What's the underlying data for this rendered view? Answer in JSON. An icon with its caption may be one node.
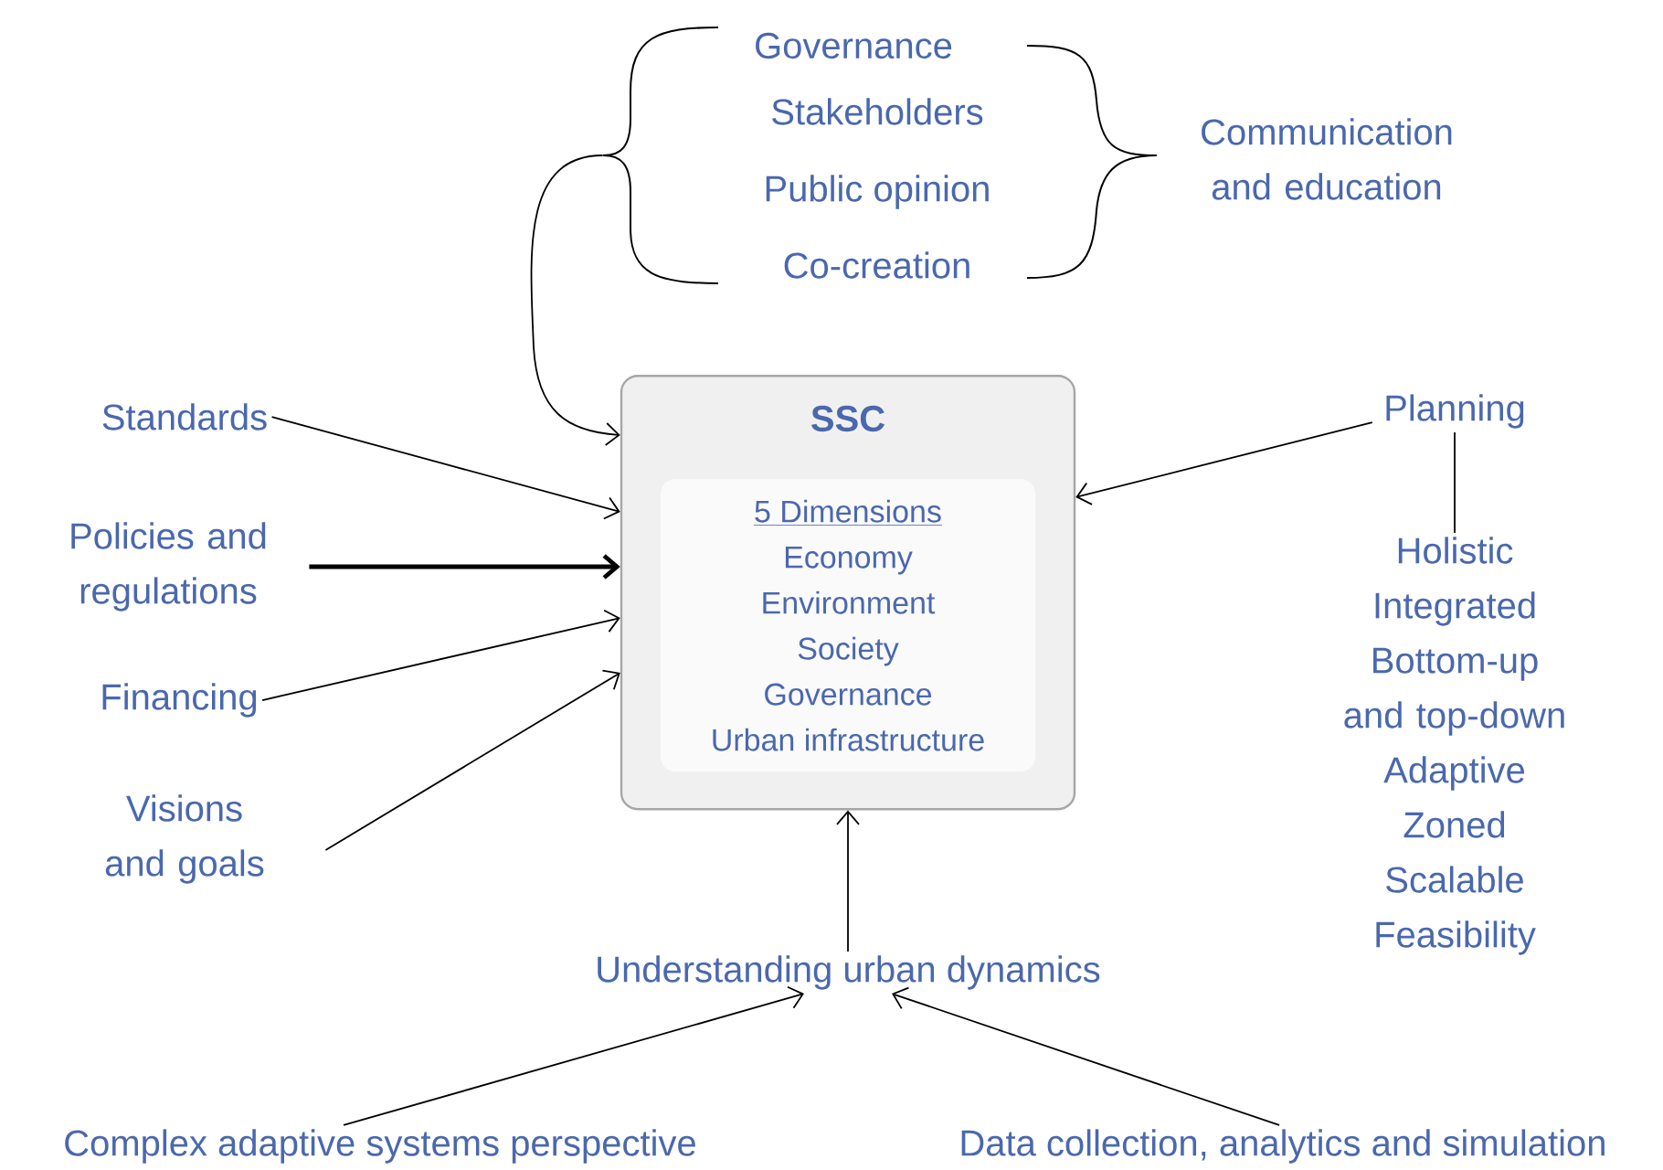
{
  "diagram": {
    "nodes": [
      {
        "text": [
          "SSC"
        ]
      },
      {
        "text": [
          "5 Dimensions",
          "Economy",
          "Environment",
          "Society",
          "Governance",
          "Urban infrastructure"
        ],
        "in": 0
      },
      {
        "text": [
          "Governance"
        ]
      },
      {
        "text": [
          "Stakeholders"
        ]
      },
      {
        "text": [
          "Public opinion"
        ]
      },
      {
        "text": [
          "Co-creation"
        ]
      },
      {
        "text": [
          "Communication and education"
        ]
      },
      {
        "text": [
          "Standards"
        ]
      },
      {
        "text": [
          "Policies and regulations"
        ]
      },
      {
        "text": [
          "Financing"
        ]
      },
      {
        "text": [
          "Visions and goals"
        ]
      },
      {
        "text": [
          "Planning"
        ]
      },
      {
        "text": [
          "Holistic",
          "Integrated",
          "Bottom-up and top-down",
          "Adaptive",
          "Zoned",
          "Scalable",
          "Feasibility"
        ]
      },
      {
        "text": [
          "Understanding urban dynamics"
        ]
      },
      {
        "text": [
          "Complex adaptive systems perspective"
        ]
      },
      {
        "text": [
          "Data collection, analytics and simulation"
        ]
      },
      {
        "text": [],
        "shape": "brace"
      }
    ],
    "edges": [
      {
        "from": 16,
        "to": 0,
        "arrow": "to"
      },
      {
        "from": 7,
        "to": 0,
        "arrow": "to"
      },
      {
        "from": 8,
        "to": 0,
        "arrow": "to",
        "style": "thick"
      },
      {
        "from": 9,
        "to": 0,
        "arrow": "to"
      },
      {
        "from": 10,
        "to": 0,
        "arrow": "to"
      },
      {
        "from": 11,
        "to": 0,
        "arrow": "to"
      },
      {
        "from": 11,
        "to": 12,
        "arrow": "none"
      },
      {
        "from": 13,
        "to": 0,
        "arrow": "to"
      },
      {
        "from": 14,
        "to": 13,
        "arrow": "to"
      },
      {
        "from": 15,
        "to": 13,
        "arrow": "to"
      }
    ]
  }
}
